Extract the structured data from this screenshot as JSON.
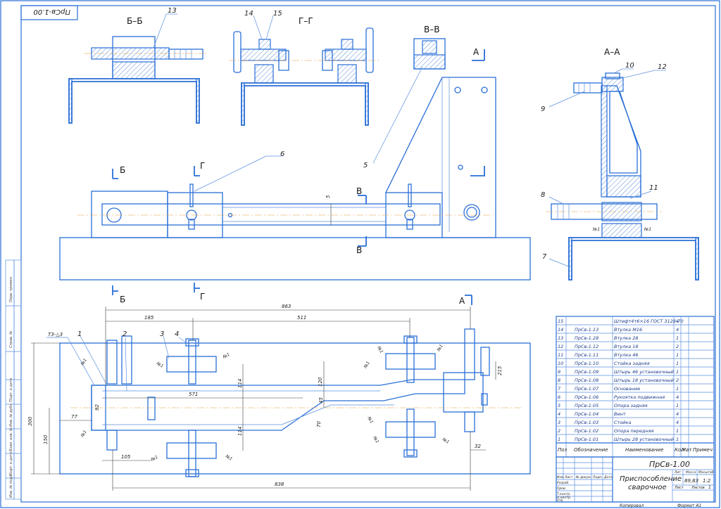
{
  "sheet": {
    "designation_rotated": "ПрСв-1.00",
    "code": "ПрСв-1.00",
    "title_line1": "Приспособление",
    "title_line2": "сварочное",
    "mass": "89,83",
    "scale": "1:2",
    "sheets": "1",
    "sheet_label": "Лист",
    "sheets_label": "Листов",
    "litera_label": "Лит",
    "mass_label": "Масса",
    "scale_label": "Масштаб",
    "copied": "Копировал",
    "format": "Формат   А1",
    "rows_left": [
      "Изм",
      "Лист",
      "№ докум.",
      "Подп.",
      "Дата"
    ],
    "roles": [
      "Разраб.",
      "Пров.",
      "Т.контр.",
      "Н.контр.",
      "Утв."
    ],
    "margin_fields": [
      "Перв. примен.",
      "Справ. №",
      "Подп. и дата",
      "Инв. № дубл.",
      "Взам. инв. №",
      "Подп. и дата",
      "Инв. № подл."
    ]
  },
  "sections": {
    "bb": "Б–Б",
    "gg": "Г–Г",
    "vv": "В–В",
    "aa": "А–А",
    "markers": [
      "Б",
      "Г",
      "В",
      "А"
    ]
  },
  "balloons": [
    "1",
    "2",
    "3",
    "4",
    "5",
    "6",
    "7",
    "8",
    "9",
    "10",
    "11",
    "12",
    "13",
    "14",
    "15"
  ],
  "weld_mark": "Т3-△3",
  "weld_sym": "№1",
  "dims": {
    "d863": "863",
    "d185": "185",
    "d511": "511",
    "d838": "838",
    "d571": "571",
    "d300": "300",
    "d150": "150",
    "d77": "77",
    "d105": "105",
    "d92": "92",
    "d114a": "114",
    "d114b": "114",
    "d45": "45",
    "d70": "70",
    "d120": "120",
    "d215": "215",
    "d32": "32",
    "d5": "5"
  },
  "bom": {
    "headers": {
      "pos": "Поз",
      "designation": "Обозначение",
      "name": "Наименование",
      "qty": "Кол",
      "mat": "Мат",
      "note": "Примеч"
    },
    "rows": [
      {
        "pos": "15",
        "designation": "",
        "name": "Штифт4т6×16 ГОСТ 3128-70",
        "qty": "4"
      },
      {
        "pos": "14",
        "designation": "ПрСв-1.13",
        "name": "Втулка М16",
        "qty": "4"
      },
      {
        "pos": "13",
        "designation": "ПрСв-1.28",
        "name": "Втулка 28",
        "qty": "1"
      },
      {
        "pos": "12",
        "designation": "ПрСв-1.12",
        "name": "Втулка 18",
        "qty": "2"
      },
      {
        "pos": "11",
        "designation": "ПрСв-1.11",
        "name": "Втулка 46",
        "qty": "1"
      },
      {
        "pos": "10",
        "designation": "ПрСв-1.10",
        "name": "Стойка задняя",
        "qty": "1"
      },
      {
        "pos": "9",
        "designation": "ПрСв-1.09",
        "name": "Штырь 46 установочный",
        "qty": "1"
      },
      {
        "pos": "8",
        "designation": "ПрСв-1.08",
        "name": "Штырь 18 установочный",
        "qty": "2"
      },
      {
        "pos": "7",
        "designation": "ПрСв-1.07",
        "name": "Основание",
        "qty": "1"
      },
      {
        "pos": "6",
        "designation": "ПрСв-1.06",
        "name": "Рукоятка подвижная",
        "qty": "4"
      },
      {
        "pos": "5",
        "designation": "ПрСв-1.05",
        "name": "Опора задняя",
        "qty": "1"
      },
      {
        "pos": "4",
        "designation": "ПрСв-1.04",
        "name": "Винт",
        "qty": "4"
      },
      {
        "pos": "3",
        "designation": "ПрСв-1.03",
        "name": "Стойка",
        "qty": "4"
      },
      {
        "pos": "2",
        "designation": "ПрСв-1.02",
        "name": "Опора передняя",
        "qty": "1"
      },
      {
        "pos": "1",
        "designation": "ПрСв-1.01",
        "name": "Штырь 28 установочный",
        "qty": "1"
      }
    ]
  }
}
